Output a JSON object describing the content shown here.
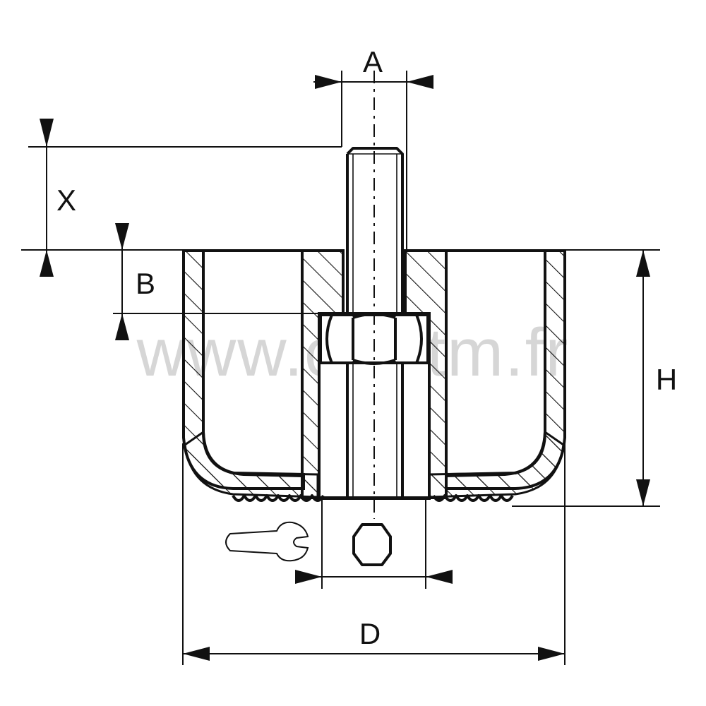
{
  "watermark": "www.ora.tm.fr",
  "dimensions": {
    "a": "A",
    "x": "X",
    "b": "B",
    "h": "H",
    "d": "D"
  }
}
